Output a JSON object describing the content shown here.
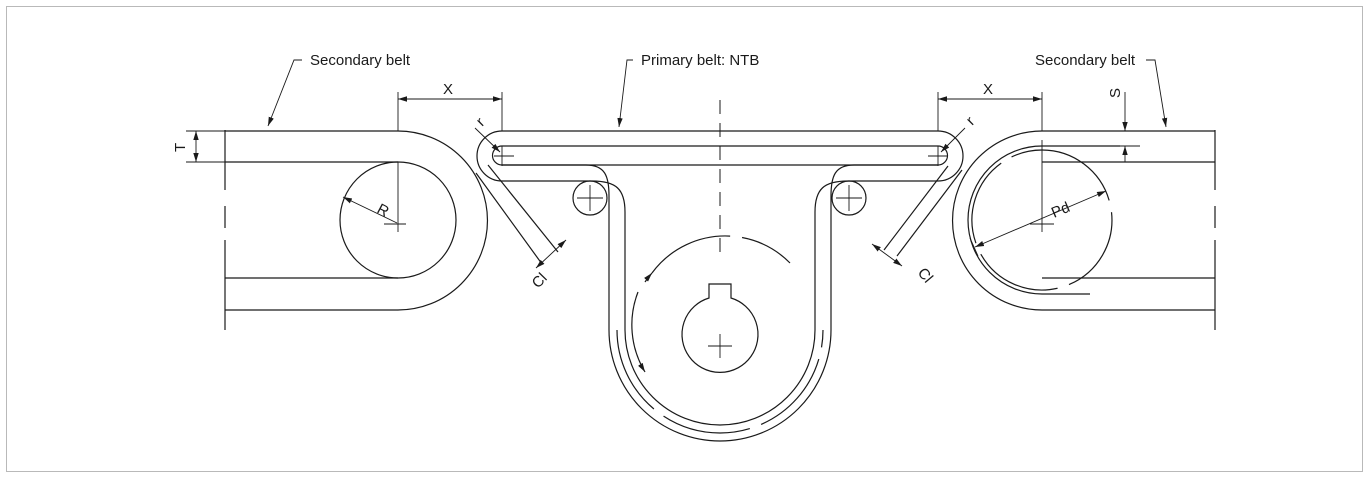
{
  "labels": {
    "secondary_left": "Secondary belt",
    "primary": "Primary belt: NTB",
    "secondary_right": "Secondary belt"
  },
  "dimensions": {
    "x_left": "X",
    "x_right": "X",
    "t": "T",
    "s": "S",
    "r_left": "r",
    "r_right": "r",
    "big_r": "R",
    "cl_left": "Cl",
    "cl_right": "Cl",
    "pd": "Pd"
  }
}
